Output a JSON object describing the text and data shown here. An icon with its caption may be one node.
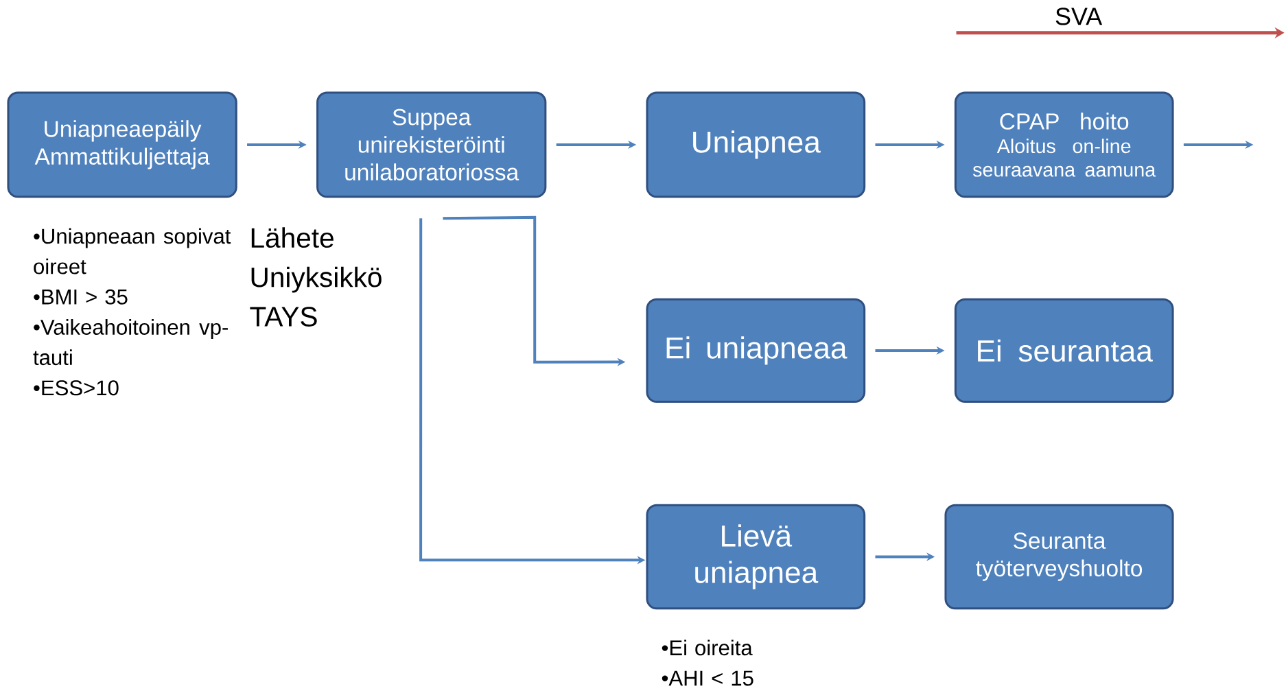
{
  "diagram": {
    "nodes": [
      {
        "text": [
          "Uniapneaepäily Ammattikuljettaja"
        ],
        "beside": [
          "•Uniapneaan sopivat oireet",
          "•BMI > 35",
          "•Vaikeahoitoinen vp-tauti",
          "•ESS>10"
        ]
      },
      {
        "text": [
          "Suppea unirekisteröinti unilaboratoriossa"
        ]
      },
      {
        "text": [
          "Uniapnea"
        ]
      },
      {
        "text": [
          "CPAP hoito",
          "Aloitus on-line seuraavana aamuna"
        ]
      },
      {
        "text": [
          "Ei uniapneaa"
        ]
      },
      {
        "text": [
          "Ei seurantaa"
        ]
      },
      {
        "text": [
          "Lievä uniapnea"
        ],
        "beside": [
          "•Ei oireita",
          "•AHI < 15"
        ]
      },
      {
        "text": [
          "Seuranta työterveyshuolto"
        ]
      }
    ],
    "edges": [
      {
        "from": 0,
        "to": 1,
        "arrow": "to"
      },
      {
        "from": 1,
        "to": 2,
        "arrow": "to"
      },
      {
        "from": 2,
        "to": 3,
        "arrow": "to"
      },
      {
        "from": 3,
        "to": null,
        "arrow": "to"
      },
      {
        "from": 1,
        "to": 4,
        "arrow": "to"
      },
      {
        "from": 1,
        "to": 6,
        "arrow": "to"
      },
      {
        "from": 4,
        "to": 5,
        "arrow": "to"
      },
      {
        "from": 6,
        "to": 7,
        "arrow": "to"
      }
    ],
    "labels": [
      "SVA",
      "Lähete Uniyksikkö TAYS"
    ]
  }
}
